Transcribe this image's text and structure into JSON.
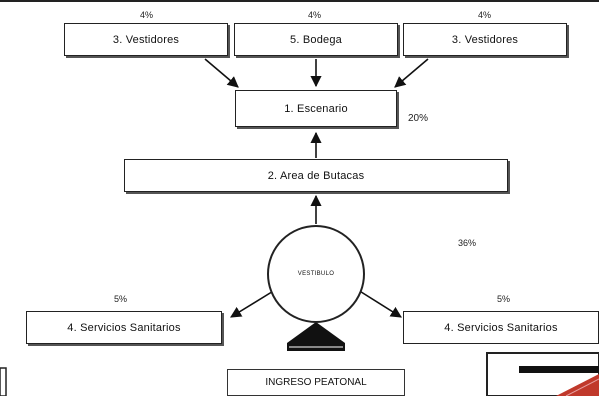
{
  "nodes": {
    "vestidores_left": "3. Vestidores",
    "bodega": "5. Bodega",
    "vestidores_right": "3. Vestidores",
    "escenario": "1. Escenario",
    "area_butacas": "2. Area de Butacas",
    "vestibulo": "VESTIBULO",
    "sanitarios_left": "4. Servicios Sanitarios",
    "sanitarios_right": "4. Servicios Sanitarios",
    "ingreso": "INGRESO PEATONAL"
  },
  "percentages": {
    "vestidores_left": "4%",
    "bodega": "4%",
    "vestidores_right": "4%",
    "escenario": "20%",
    "vestibulo": "36%",
    "sanitarios_left": "5%",
    "sanitarios_right": "5%"
  },
  "colors": {
    "line": "#111111",
    "box_border": "#222222",
    "accent": "#c0392b"
  }
}
